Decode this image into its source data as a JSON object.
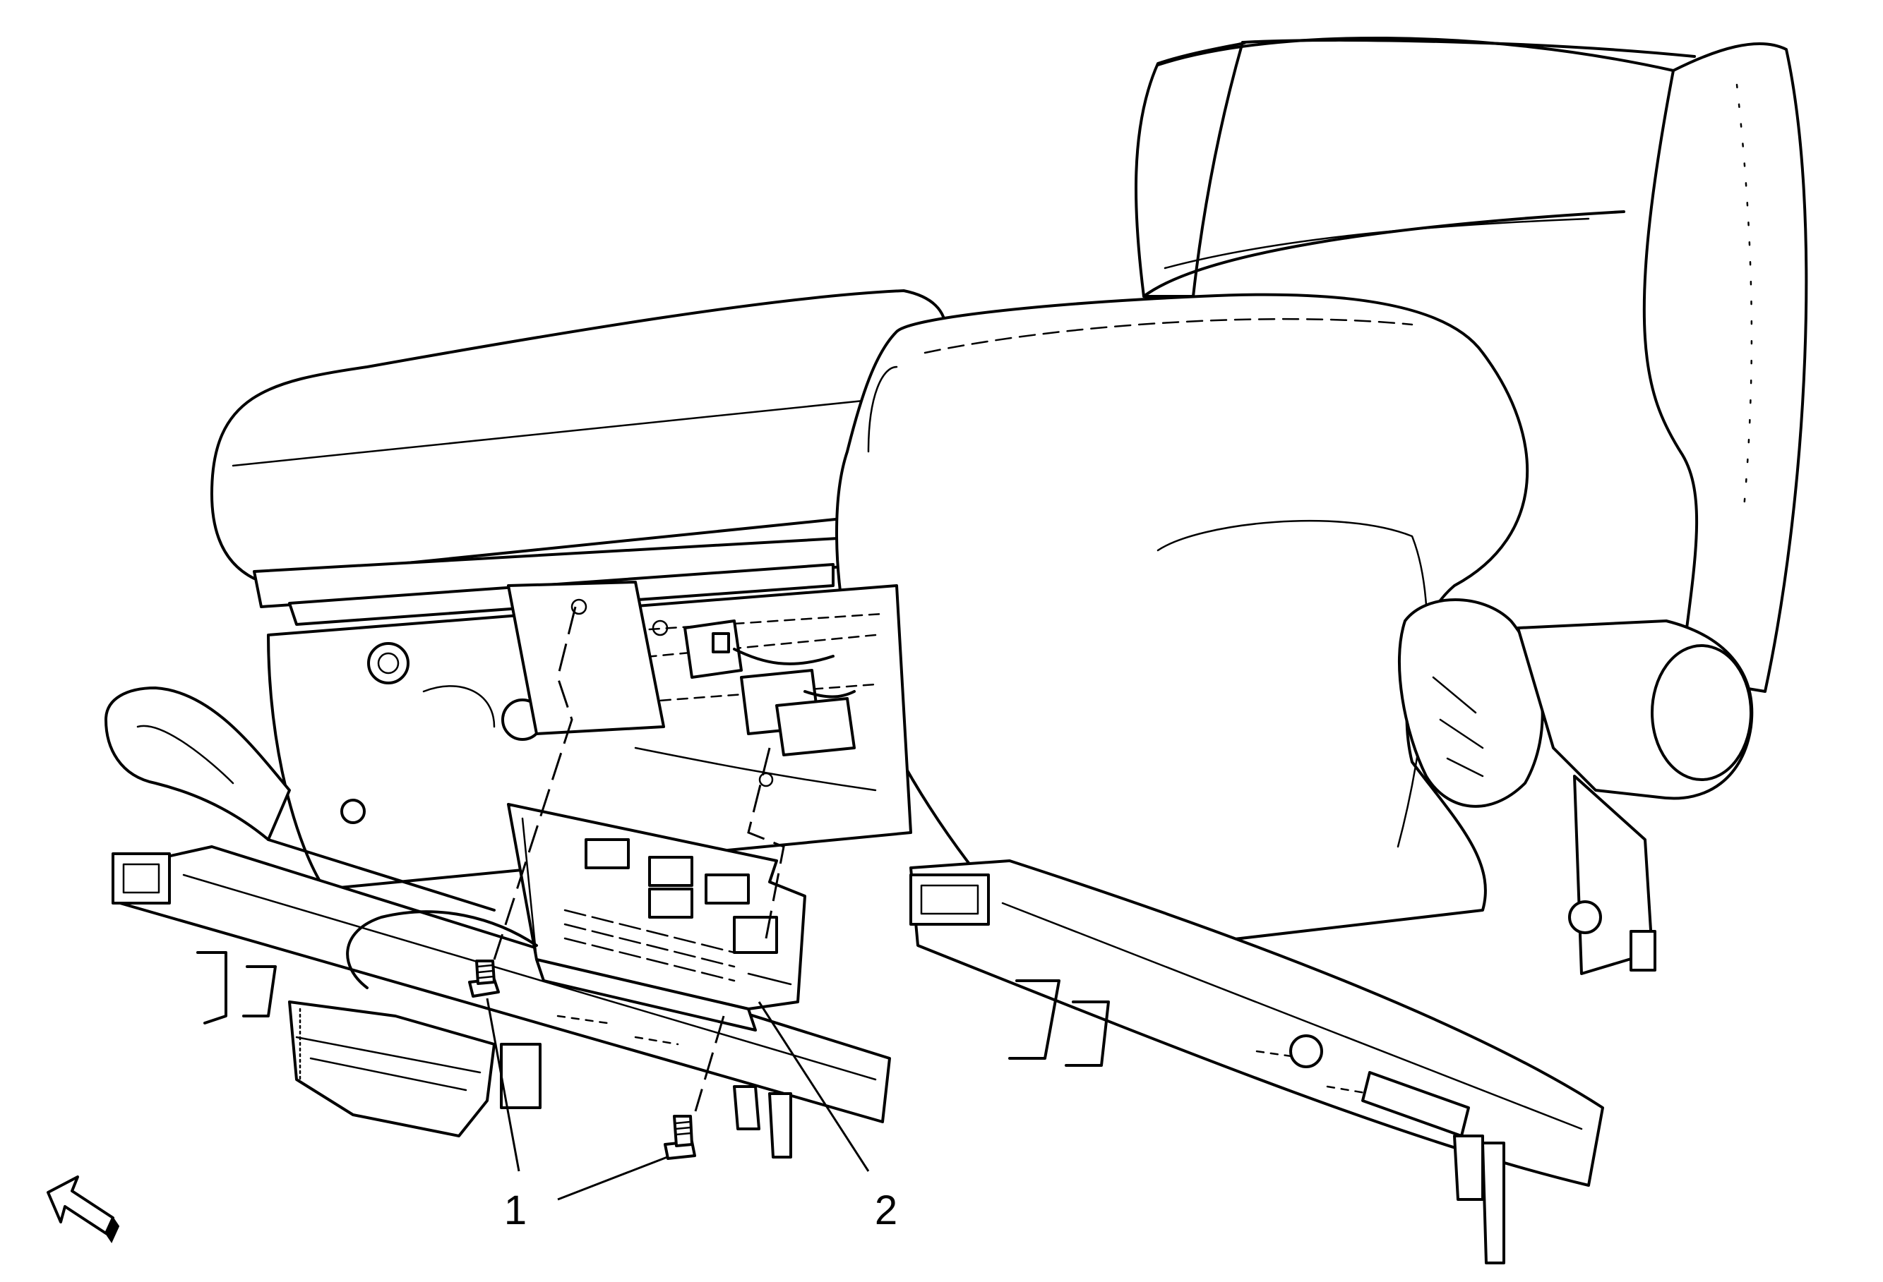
{
  "callouts": [
    {
      "id": "1",
      "text": "1"
    },
    {
      "id": "2",
      "text": "2"
    }
  ],
  "view_indicator": {
    "icon": "view-direction-arrow-icon"
  }
}
